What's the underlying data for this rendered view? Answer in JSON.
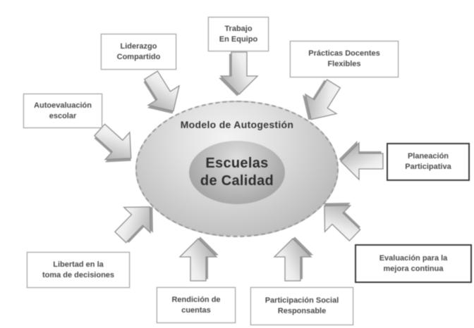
{
  "diagram": {
    "center": {
      "title": "Modelo de Autogestión",
      "core_line1": "Escuelas",
      "core_line2": "de Calidad"
    },
    "nodes": [
      {
        "id": "trabajo-en-equipo",
        "line1": "Trabajo",
        "line2": "En Equipo"
      },
      {
        "id": "liderazgo-compartido",
        "line1": "Liderazgo",
        "line2": "Compartido"
      },
      {
        "id": "practicas-docentes-flexibles",
        "line1": "Prácticas Docentes",
        "line2": "Flexibles"
      },
      {
        "id": "autoevaluacion-escolar",
        "line1": "Autoevaluación",
        "line2": "escolar"
      },
      {
        "id": "planeacion-participativa",
        "line1": "Planeación",
        "line2": "Participativa"
      },
      {
        "id": "libertad-en-la-toma-de-decisiones",
        "line1": "Libertad en la",
        "line2": "toma de decisiones"
      },
      {
        "id": "rendicion-de-cuentas",
        "line1": "Rendición de",
        "line2": "cuentas"
      },
      {
        "id": "participacion-social-responsable",
        "line1": "Participación Social",
        "line2": "Responsable"
      },
      {
        "id": "evaluacion-para-la-mejora-continua",
        "line1": "Evaluación para la",
        "line2": "mejora continua"
      }
    ],
    "icons": {
      "arrow": "block-arrow-icon"
    },
    "colors": {
      "background": "#ffffff",
      "box_border_light": "#9c9c9c",
      "box_border_dark": "#3c3c3c",
      "box_text": "#4a4a4a",
      "center_text": "#2e2e2e",
      "ellipse_outer_edge": "#a9a9a9",
      "ellipse_inner_edge": "#949494",
      "arrow_stroke": "#8f8f8f",
      "arrow_shadow": "#9b9b9b"
    }
  }
}
